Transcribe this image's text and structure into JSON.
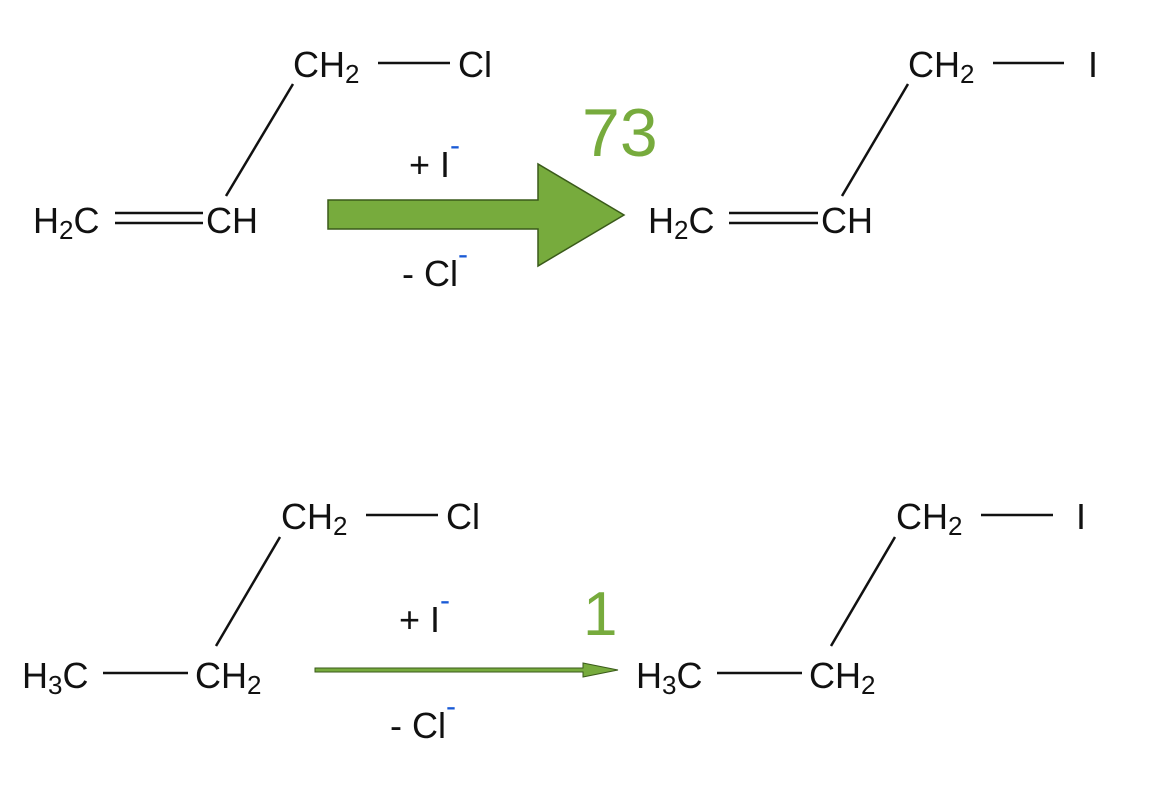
{
  "colors": {
    "arrow": "#77ab3d",
    "charge": "#1a5ad6",
    "ink": "#111111"
  },
  "reaction_allyl": {
    "reactant": {
      "ch2_main": "CH",
      "ch2_sub": "2",
      "cl": "Cl",
      "h2c_pre": "H",
      "h2c_sub": "2",
      "h2c_post": "C",
      "ch": "CH"
    },
    "reagent": {
      "add": "+ I",
      "add_charge": "-",
      "remove": "- Cl",
      "remove_charge": "-"
    },
    "rate": "73",
    "product": {
      "ch2_main": "CH",
      "ch2_sub": "2",
      "i": "I",
      "h2c_pre": "H",
      "h2c_sub": "2",
      "h2c_post": "C",
      "ch": "CH"
    }
  },
  "reaction_propyl": {
    "reactant": {
      "ch2_main": "CH",
      "ch2_sub": "2",
      "cl": "Cl",
      "h3c_pre": "H",
      "h3c_sub": "3",
      "h3c_post": "C",
      "ch2b_main": "CH",
      "ch2b_sub": "2"
    },
    "reagent": {
      "add": "+ I",
      "add_charge": "-",
      "remove": "- Cl",
      "remove_charge": "-"
    },
    "rate": "1",
    "product": {
      "ch2_main": "CH",
      "ch2_sub": "2",
      "i": "I",
      "h3c_pre": "H",
      "h3c_sub": "3",
      "h3c_post": "C",
      "ch2b_main": "CH",
      "ch2b_sub": "2"
    }
  }
}
